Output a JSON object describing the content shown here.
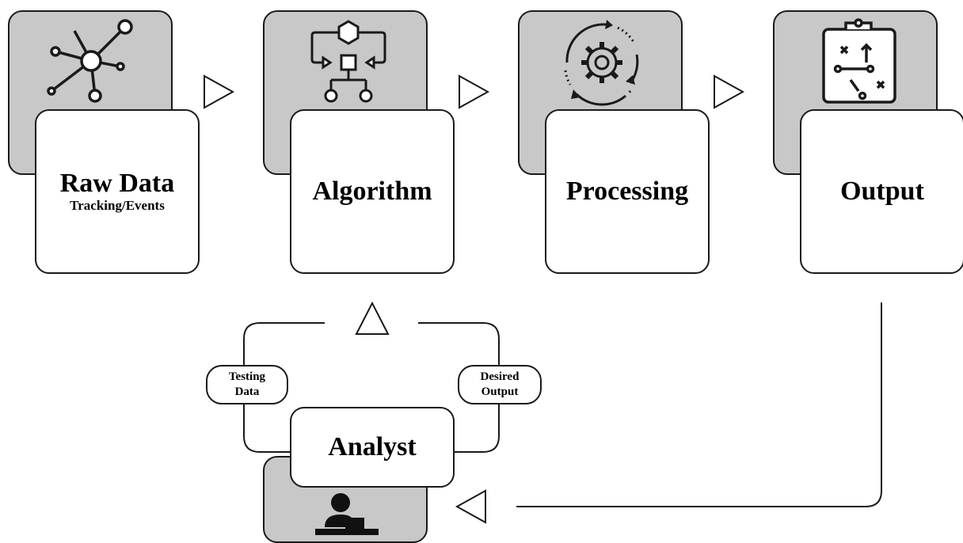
{
  "stages": [
    {
      "id": "raw-data",
      "title": "Raw Data",
      "subtitle": "Tracking/Events",
      "icon": "network-icon"
    },
    {
      "id": "algorithm",
      "title": "Algorithm",
      "subtitle": "",
      "icon": "flowchart-icon"
    },
    {
      "id": "processing",
      "title": "Processing",
      "subtitle": "",
      "icon": "gear-cycle-icon"
    },
    {
      "id": "output",
      "title": "Output",
      "subtitle": "",
      "icon": "tactics-clipboard-icon"
    }
  ],
  "feedback": {
    "analyst_label": "Analyst",
    "testing_data_lines": [
      "Testing",
      "Data"
    ],
    "desired_output_lines": [
      "Desired",
      "Output"
    ],
    "analyst_icon": "person-at-desk-icon"
  },
  "colors": {
    "card_gray": "#c8c8c8",
    "stroke": "#1a1a1a",
    "background": "#ffffff"
  }
}
